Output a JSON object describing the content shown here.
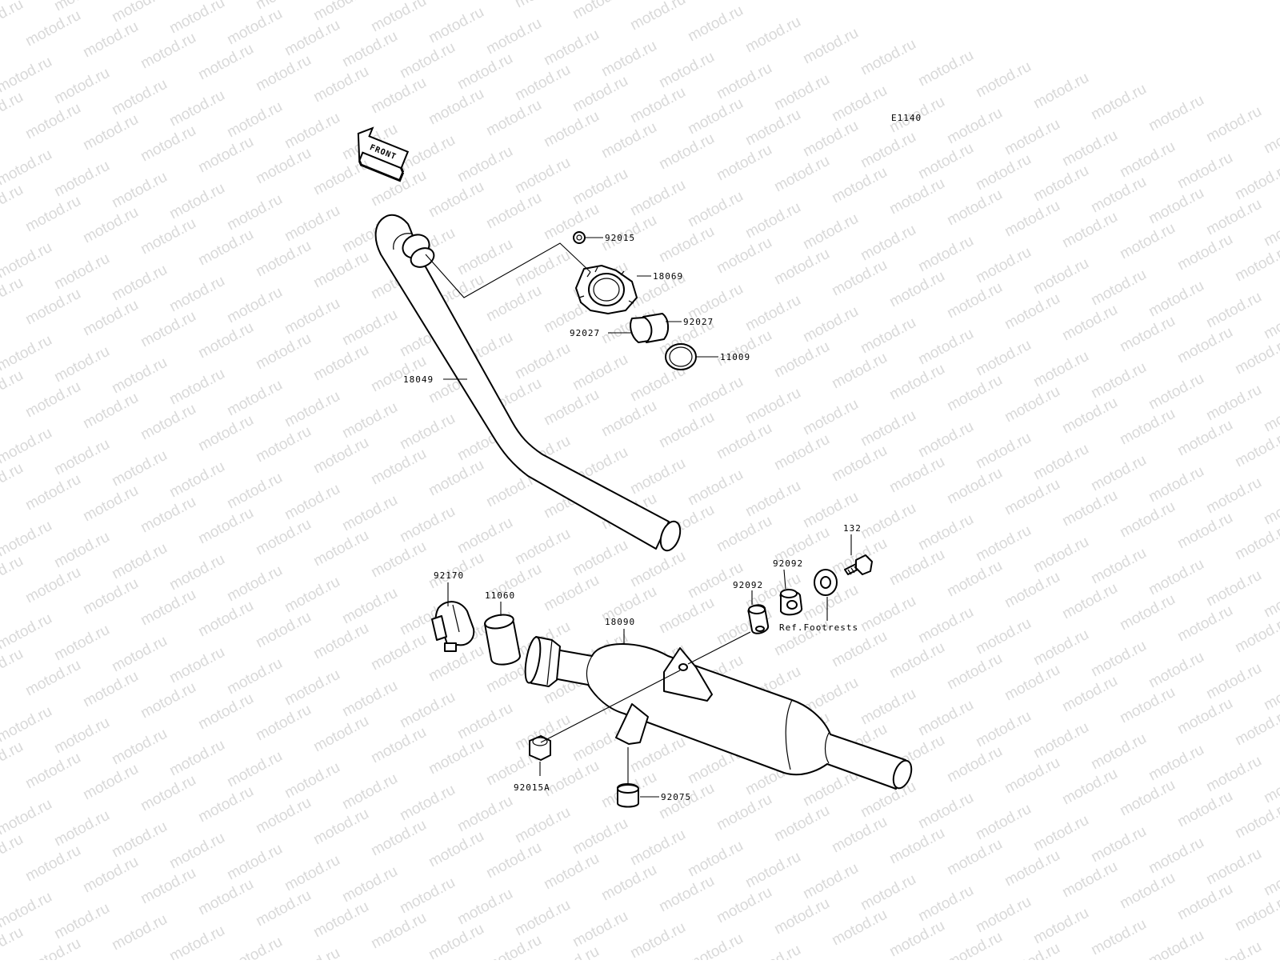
{
  "diagram": {
    "figure_code": "E1140",
    "front_arrow": "FRONT",
    "watermark": "motod.ru",
    "parts": [
      {
        "id": "p-92015",
        "label": "92015"
      },
      {
        "id": "p-18069",
        "label": "18069"
      },
      {
        "id": "p-92027a",
        "label": "92027"
      },
      {
        "id": "p-92027b",
        "label": "92027"
      },
      {
        "id": "p-11009",
        "label": "11009"
      },
      {
        "id": "p-18049",
        "label": "18049"
      },
      {
        "id": "p-132",
        "label": "132"
      },
      {
        "id": "p-92092a",
        "label": "92092"
      },
      {
        "id": "p-92092b",
        "label": "92092"
      },
      {
        "id": "p-ref",
        "label": "Ref.Footrests"
      },
      {
        "id": "p-92170",
        "label": "92170"
      },
      {
        "id": "p-11060",
        "label": "11060"
      },
      {
        "id": "p-18090",
        "label": "18090"
      },
      {
        "id": "p-92015a",
        "label": "92015A"
      },
      {
        "id": "p-92075",
        "label": "92075"
      }
    ]
  }
}
